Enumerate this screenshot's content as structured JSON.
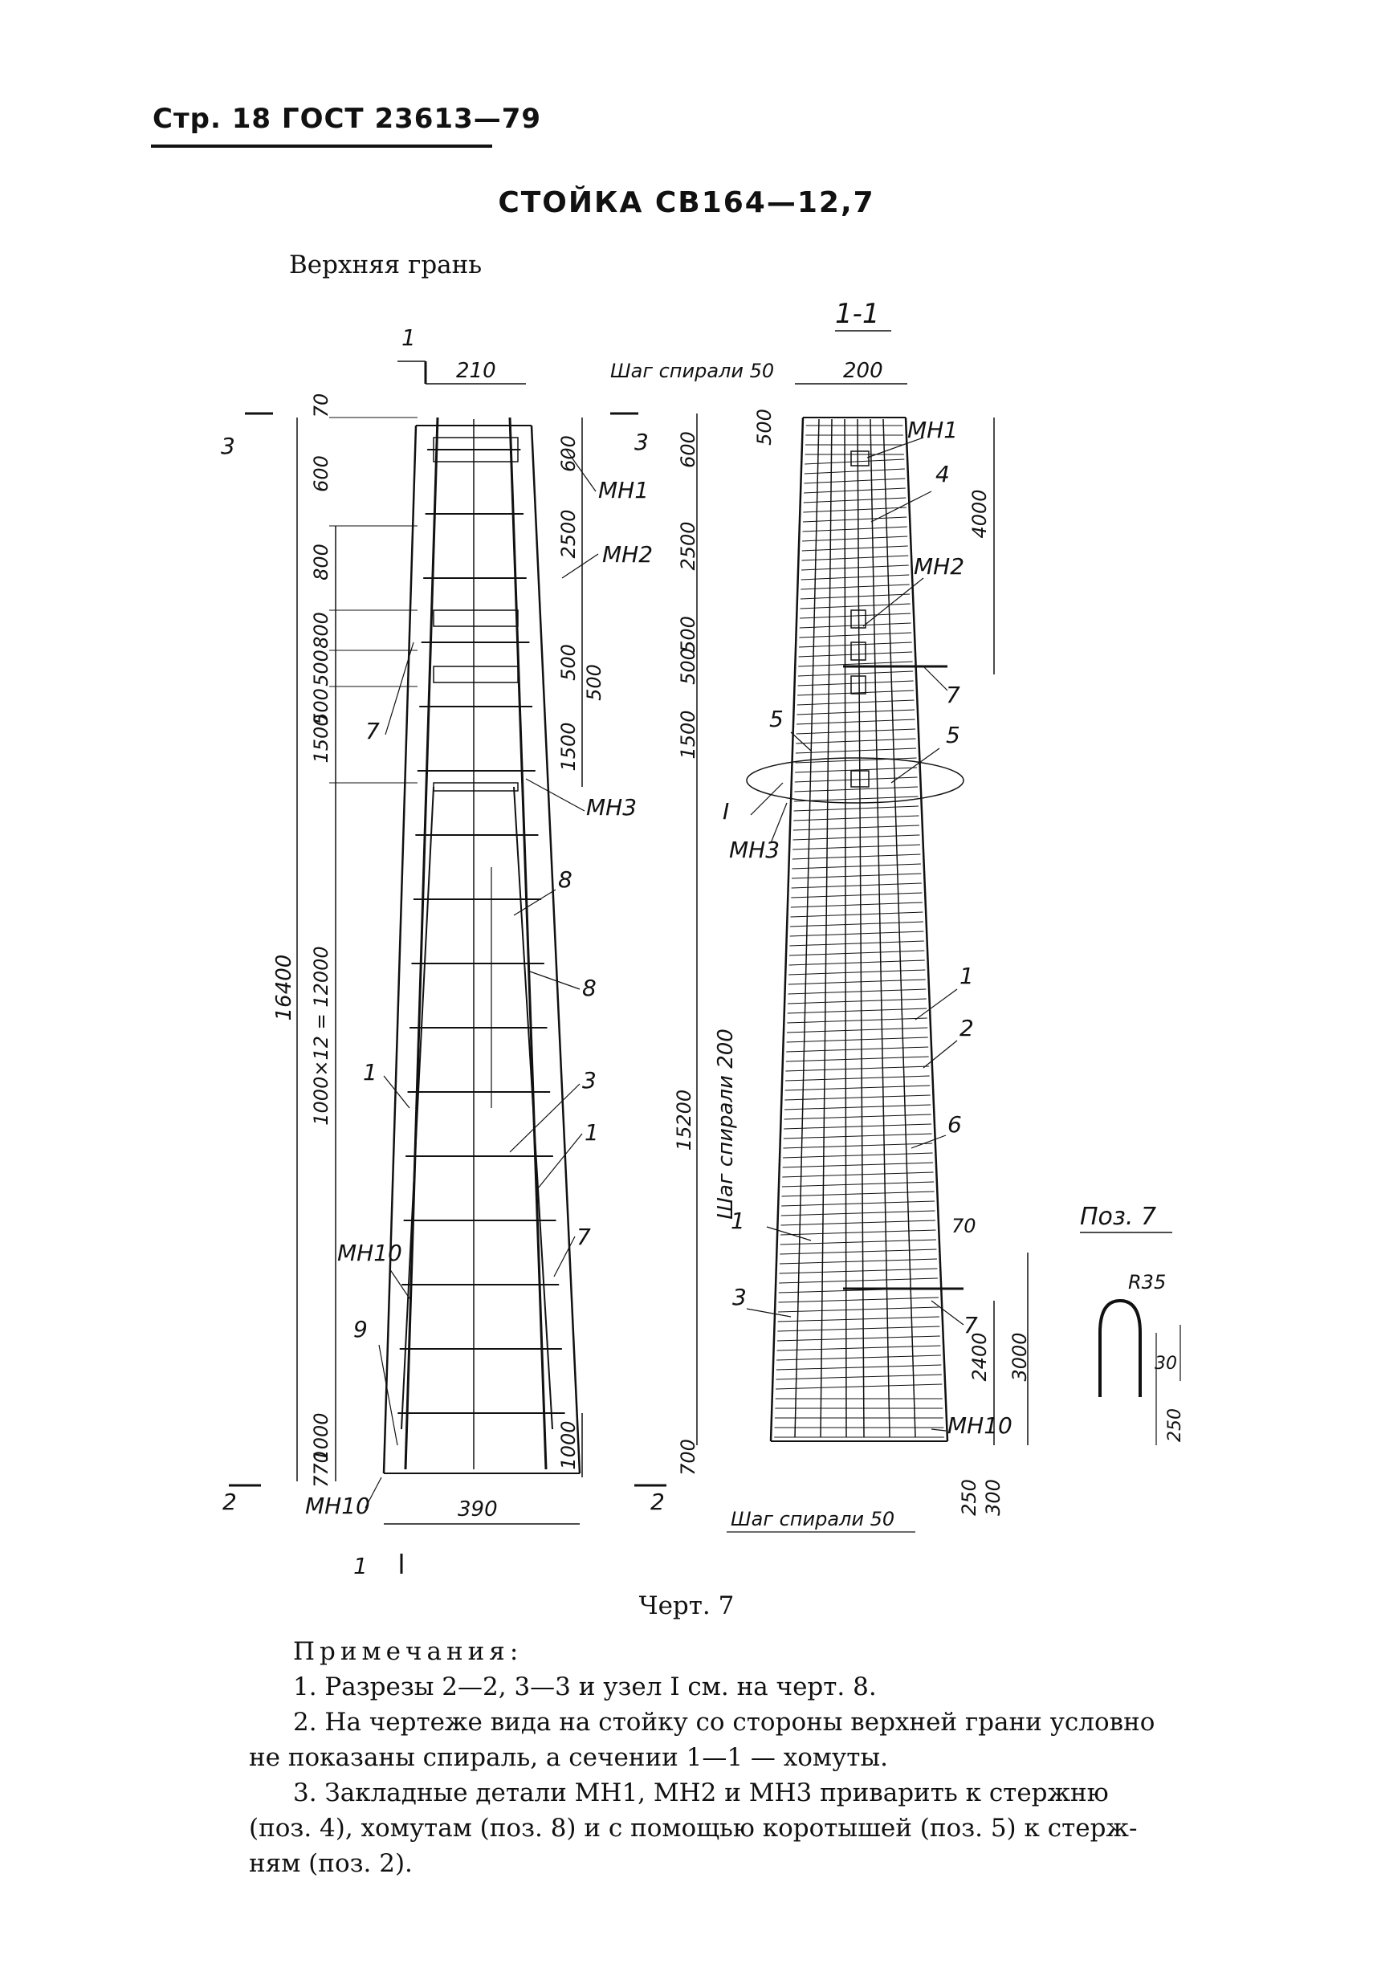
{
  "header": "Стр. 18 ГОСТ 23613—79",
  "title": "СТОЙКА СВ164—12,7",
  "subtitle": "Верхняя грань",
  "caption": "Черт. 7",
  "notes": {
    "heading": "Примечания:",
    "items": [
      "1. Разрезы 2—2, 3—3 и узел I см. на черт. 8.",
      "2. На чертеже вида на стойку со стороны верхней грани условно",
      "не показаны спираль, а сечении 1—1 — хомуты.",
      "3. Закладные детали МН1, МН2 и МН3 приварить к стержню",
      "(поз. 4), хомутам (поз. 8) и с помощью коротышей (поз. 5) к стерж-",
      "ням (поз. 2)."
    ]
  },
  "drawing": {
    "left_view": {
      "top_width": "210",
      "bottom_width": "390",
      "left_dims": [
        "70",
        "600",
        "800",
        "800",
        "500",
        "500",
        "1500",
        "1000×12 = 12000",
        "1000",
        "770"
      ],
      "total_height": "16400",
      "right_dims": [
        "600",
        "2500",
        "500",
        "500",
        "1500",
        "1000"
      ],
      "section_marks": [
        "1",
        "1",
        "3",
        "3",
        "2",
        "2"
      ],
      "callouts": [
        "МН1",
        "МН2",
        "МН3",
        "7",
        "8",
        "8",
        "1",
        "3",
        "1",
        "7",
        "МН10",
        "9",
        "МН10"
      ]
    },
    "right_view": {
      "section_title": "1-1",
      "top_width": "200",
      "spiral_top": "Шаг спирали 50",
      "spiral_mid": "Шаг спирали 200",
      "spiral_bottom": "Шаг спирали 50",
      "left_dims": [
        "500",
        "600",
        "2500",
        "500",
        "500",
        "1500",
        "15200",
        "700"
      ],
      "right_dims": [
        "4000",
        "70",
        "2400",
        "3000",
        "250",
        "300"
      ],
      "callouts": [
        "МН1",
        "4",
        "МН2",
        "7",
        "5",
        "5",
        "I",
        "МН3",
        "1",
        "2",
        "6",
        "1",
        "3",
        "7",
        "МН10"
      ]
    },
    "detail": {
      "title": "Поз. 7",
      "radius": "R35",
      "dims": [
        "30",
        "250"
      ]
    }
  }
}
